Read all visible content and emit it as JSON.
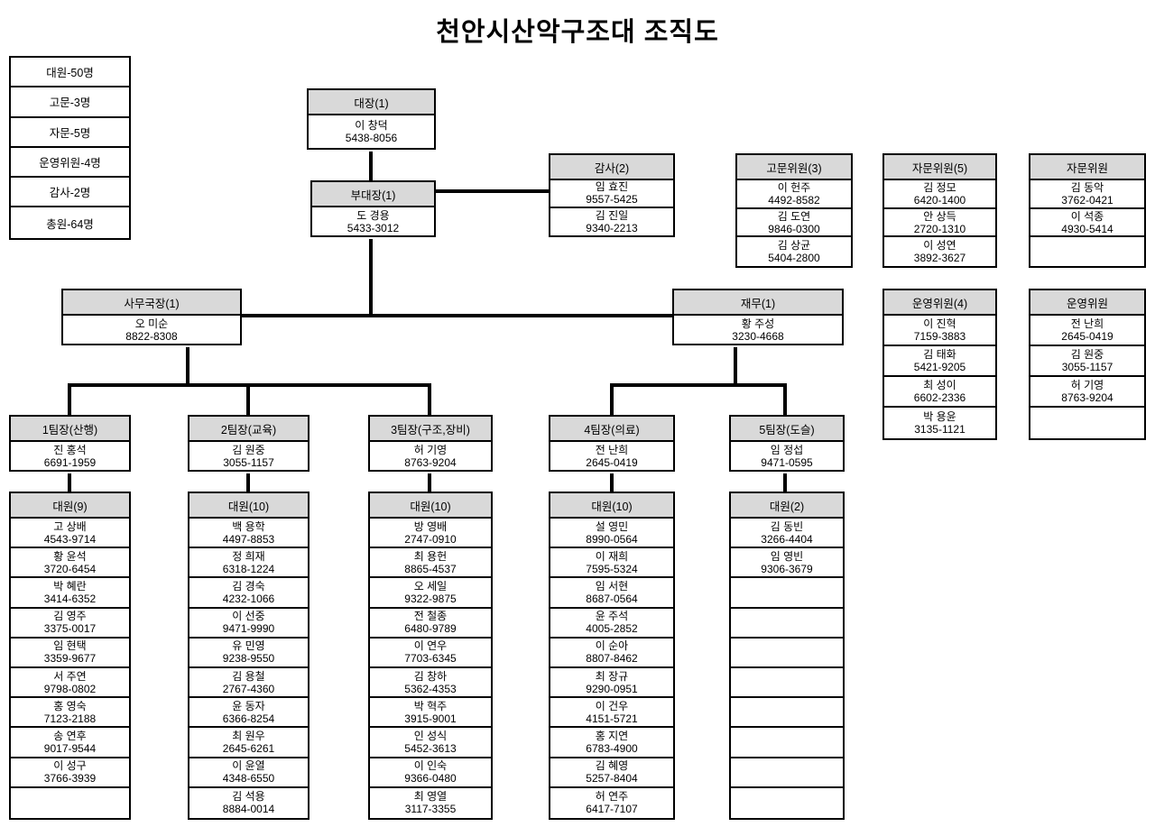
{
  "title": "천안시산악구조대  조직도",
  "colors": {
    "header_fill": "#d9d9d9",
    "border": "#000000",
    "background": "#ffffff"
  },
  "summary": {
    "rows": [
      "대원-50명",
      "고문-3명",
      "자문-5명",
      "운영위원-4명",
      "감사-2명",
      "총원-64명"
    ]
  },
  "boxes": {
    "captain": {
      "title": "대장(1)",
      "members": [
        {
          "name": "이 창덕",
          "phone": "5438-8056"
        }
      ]
    },
    "vice_captain": {
      "title": "부대장(1)",
      "members": [
        {
          "name": "도 경용",
          "phone": "5433-3012"
        }
      ]
    },
    "auditor": {
      "title": "감사(2)",
      "members": [
        {
          "name": "임 효진",
          "phone": "9557-5425"
        },
        {
          "name": "김 진일",
          "phone": "9340-2213"
        }
      ]
    },
    "advisors": {
      "title": "고문위원(3)",
      "members": [
        {
          "name": "이 헌주",
          "phone": "4492-8582"
        },
        {
          "name": "김 도연",
          "phone": "9846-0300"
        },
        {
          "name": "김 상균",
          "phone": "5404-2800"
        }
      ]
    },
    "consultants1": {
      "title": "자문위원(5)",
      "members": [
        {
          "name": "김 정모",
          "phone": "6420-1400"
        },
        {
          "name": "안 상득",
          "phone": "2720-1310"
        },
        {
          "name": "이 성연",
          "phone": "3892-3627"
        }
      ]
    },
    "consultants2": {
      "title": "자문위원",
      "members": [
        {
          "name": "김 동악",
          "phone": "3762-0421"
        },
        {
          "name": "이 석종",
          "phone": "4930-5414"
        }
      ],
      "empty_cells": 1
    },
    "secretary": {
      "title": "사무국장(1)",
      "members": [
        {
          "name": "오 미순",
          "phone": "8822-8308"
        }
      ]
    },
    "treasurer": {
      "title": "재무(1)",
      "members": [
        {
          "name": "황 주성",
          "phone": "3230-4668"
        }
      ]
    },
    "steering1": {
      "title": "운영위원(4)",
      "members": [
        {
          "name": "이 진혁",
          "phone": "7159-3883"
        },
        {
          "name": "김 태화",
          "phone": "5421-9205"
        },
        {
          "name": "최 성이",
          "phone": "6602-2336"
        },
        {
          "name": "박 용윤",
          "phone": "3135-1121"
        }
      ]
    },
    "steering2": {
      "title": "운영위원",
      "members": [
        {
          "name": "전 난희",
          "phone": "2645-0419"
        },
        {
          "name": "김 원중",
          "phone": "3055-1157"
        },
        {
          "name": "허 기영",
          "phone": "8763-9204"
        }
      ],
      "empty_cells": 1
    },
    "team1": {
      "title": "1팀장(산행)",
      "members": [
        {
          "name": "진 홍석",
          "phone": "6691-1959"
        }
      ]
    },
    "team2": {
      "title": "2팀장(교육)",
      "members": [
        {
          "name": "김 원중",
          "phone": "3055-1157"
        }
      ]
    },
    "team3": {
      "title": "3팀장(구조,장비)",
      "members": [
        {
          "name": "허 기영",
          "phone": "8763-9204"
        }
      ]
    },
    "team4": {
      "title": "4팀장(의료)",
      "members": [
        {
          "name": "전 난희",
          "phone": "2645-0419"
        }
      ]
    },
    "team5": {
      "title": "5팀장(도슬)",
      "members": [
        {
          "name": "임 정섭",
          "phone": "9471-0595"
        }
      ]
    },
    "members1": {
      "title": "대원(9)",
      "members": [
        {
          "name": "고 상배",
          "phone": "4543-9714"
        },
        {
          "name": "황 윤석",
          "phone": "3720-6454"
        },
        {
          "name": "박 혜란",
          "phone": "3414-6352"
        },
        {
          "name": "김 영주",
          "phone": "3375-0017"
        },
        {
          "name": "임 현택",
          "phone": "3359-9677"
        },
        {
          "name": "서 주연",
          "phone": "9798-0802"
        },
        {
          "name": "홍 영숙",
          "phone": "7123-2188"
        },
        {
          "name": "송 연후",
          "phone": "9017-9544"
        },
        {
          "name": "이 성구",
          "phone": "3766-3939"
        }
      ],
      "empty_cells": 1
    },
    "members2": {
      "title": "대원(10)",
      "members": [
        {
          "name": "백 용학",
          "phone": "4497-8853"
        },
        {
          "name": "정 희재",
          "phone": "6318-1224"
        },
        {
          "name": "김 경숙",
          "phone": "4232-1066"
        },
        {
          "name": "이 선중",
          "phone": "9471-9990"
        },
        {
          "name": "유 민영",
          "phone": "9238-9550"
        },
        {
          "name": "김 용철",
          "phone": "2767-4360"
        },
        {
          "name": "윤 동자",
          "phone": "6366-8254"
        },
        {
          "name": "최 원우",
          "phone": "2645-6261"
        },
        {
          "name": "이 윤열",
          "phone": "4348-6550"
        },
        {
          "name": "김 석용",
          "phone": "8884-0014"
        }
      ]
    },
    "members3": {
      "title": "대원(10)",
      "members": [
        {
          "name": "방 영배",
          "phone": "2747-0910"
        },
        {
          "name": "최 용헌",
          "phone": "8865-4537"
        },
        {
          "name": "오 세일",
          "phone": "9322-9875"
        },
        {
          "name": "전 철종",
          "phone": "6480-9789"
        },
        {
          "name": "이 연우",
          "phone": "7703-6345"
        },
        {
          "name": "김 창하",
          "phone": "5362-4353"
        },
        {
          "name": "박 혁주",
          "phone": "3915-9001"
        },
        {
          "name": "인 성식",
          "phone": "5452-3613"
        },
        {
          "name": "이 인숙",
          "phone": "9366-0480"
        },
        {
          "name": "최 영열",
          "phone": "3117-3355"
        }
      ]
    },
    "members4": {
      "title": "대원(10)",
      "members": [
        {
          "name": "설 영민",
          "phone": "8990-0564"
        },
        {
          "name": "이 재희",
          "phone": "7595-5324"
        },
        {
          "name": "임 서현",
          "phone": "8687-0564"
        },
        {
          "name": "윤 주석",
          "phone": "4005-2852"
        },
        {
          "name": "이 순아",
          "phone": "8807-8462"
        },
        {
          "name": "최 장규",
          "phone": "9290-0951"
        },
        {
          "name": "이 건우",
          "phone": "4151-5721"
        },
        {
          "name": "홍 지연",
          "phone": "6783-4900"
        },
        {
          "name": "김 혜영",
          "phone": "5257-8404"
        },
        {
          "name": "허 연주",
          "phone": "6417-7107"
        }
      ]
    },
    "members5": {
      "title": "대원(2)",
      "members": [
        {
          "name": "김 동빈",
          "phone": "3266-4404"
        },
        {
          "name": "임 영빈",
          "phone": "9306-3679"
        }
      ],
      "empty_cells": 8
    }
  }
}
